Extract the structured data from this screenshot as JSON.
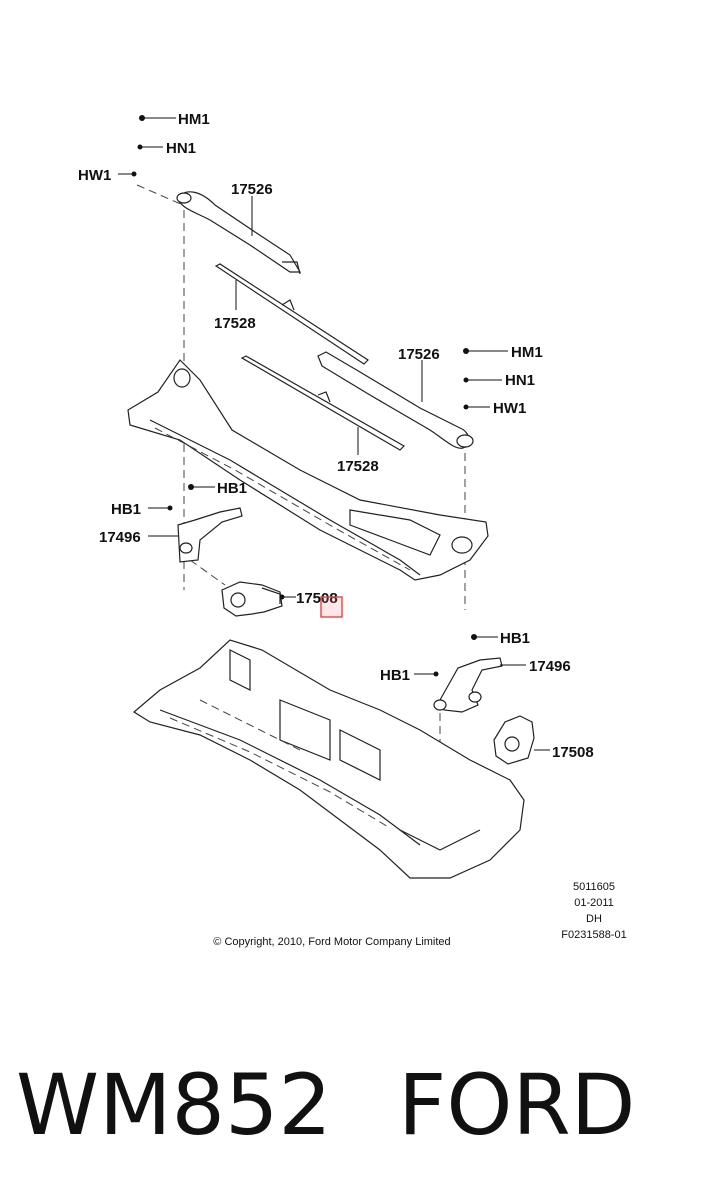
{
  "diagram": {
    "callouts": {
      "hm1_left": "HM1",
      "hn1_left": "HN1",
      "hw1_left": "HW1",
      "arm_left": "17526",
      "blade_left": "17528",
      "arm_right": "17526",
      "hm1_right": "HM1",
      "hn1_right": "HN1",
      "hw1_right": "HW1",
      "blade_right": "17528",
      "hb1_left_a": "HB1",
      "hb1_left_b": "HB1",
      "linkage_left": "17496",
      "motor_left": "17508",
      "hb1_right_a": "HB1",
      "hb1_right_b": "HB1",
      "linkage_right": "17496",
      "motor_right": "17508"
    },
    "ref_block": [
      "5011605",
      "01-2011",
      "DH",
      "F0231588-01"
    ],
    "copyright": "© Copyright, 2010, Ford Motor Company Limited",
    "highlight_color": "#e04848"
  },
  "footer": {
    "part_number": "WM852",
    "brand": "FORD"
  }
}
